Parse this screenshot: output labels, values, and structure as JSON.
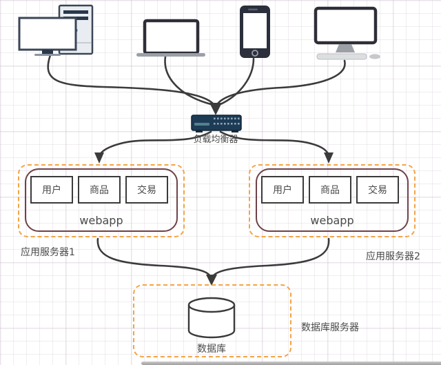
{
  "diagram_title": "load-balanced-webapp-architecture",
  "clients": {
    "items": [
      {
        "icon": "desktop-pc-icon"
      },
      {
        "icon": "laptop-icon"
      },
      {
        "icon": "smartphone-icon"
      },
      {
        "icon": "imac-desktop-icon"
      }
    ]
  },
  "load_balancer": {
    "label": "负载均衡器",
    "icon": "network-switch-icon"
  },
  "servers": [
    {
      "label": "应用服务器1",
      "webapp_label": "webapp",
      "modules": [
        "用户",
        "商品",
        "交易"
      ]
    },
    {
      "label": "应用服务器2",
      "webapp_label": "webapp",
      "modules": [
        "用户",
        "商品",
        "交易"
      ]
    }
  ],
  "database": {
    "label": "数据库",
    "server_label": "数据库服务器",
    "icon": "database-cylinder-icon"
  },
  "colors": {
    "dashed_border": "#F2A444",
    "webapp_border": "#6E4146",
    "module_border": "#3A3A3A",
    "arrow": "#3B3B3B",
    "switch_body": "#1E3B55",
    "label_text": "#4A4A4A"
  }
}
